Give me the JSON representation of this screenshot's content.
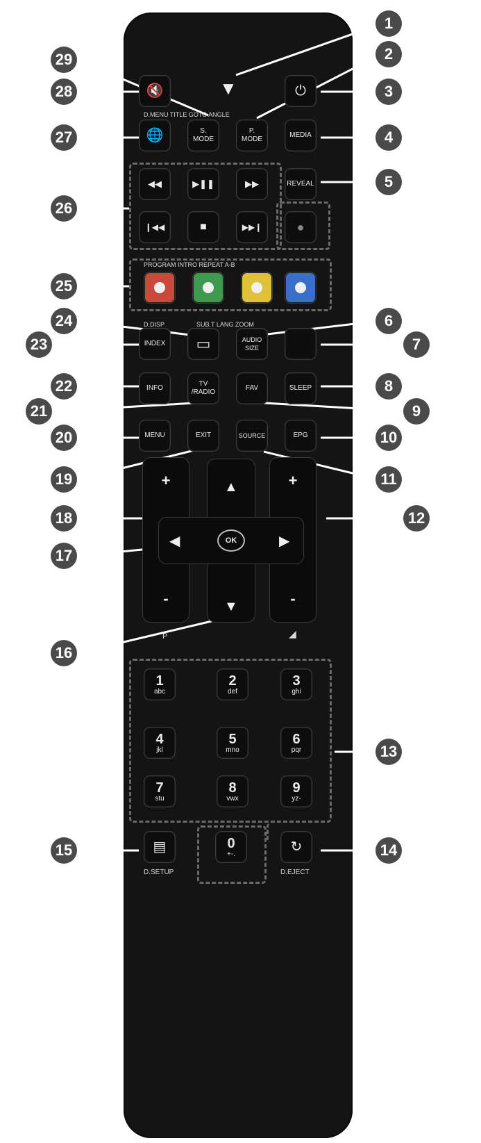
{
  "buttons": {
    "mute": "🔇",
    "power": "⏻",
    "lang": "🌐",
    "s_mode": "S.\nMODE",
    "p_mode": "P.\nMODE",
    "media": "MEDIA",
    "rew": "◀◀",
    "play_pause": "▶❚❚",
    "ffw": "▶▶",
    "reveal": "REVEAL",
    "prev": "❙◀◀",
    "stop": "■",
    "next": "▶▶❙",
    "record": "●",
    "index": "INDEX",
    "subtitle": "▭",
    "audio_size": "AUDIO SIZE",
    "blank": "",
    "info": "INFO",
    "tv_radio": "TV\n/RADIO",
    "fav": "FAV",
    "sleep": "SLEEP",
    "menu": "MENU",
    "exit": "EXIT",
    "source": "SOURCE",
    "epg": "EPG",
    "ok": "OK",
    "d_setup_btn": "▤",
    "d_eject_btn": "↻"
  },
  "labels": {
    "top_row": "D.MENU TITLE GOTO ANGLE",
    "color_row": "PROGRAM INTRO REPEAT A-B",
    "d_disp": "D.DISP",
    "subt_lang_zoom": "SUB.T LANG ZOOM",
    "p": "P",
    "vol": "◢",
    "d_setup": "D.SETUP",
    "d_eject": "D.EJECT"
  },
  "rockers": {
    "plus": "+",
    "minus": "-"
  },
  "arrows": {
    "up": "▲",
    "down": "▼",
    "left": "◀",
    "right": "▶",
    "top_arrow": "▼"
  },
  "numpad": [
    {
      "n": "1",
      "l": "abc"
    },
    {
      "n": "2",
      "l": "def"
    },
    {
      "n": "3",
      "l": "ghi"
    },
    {
      "n": "4",
      "l": "jkl"
    },
    {
      "n": "5",
      "l": "mno"
    },
    {
      "n": "6",
      "l": "pqr"
    },
    {
      "n": "7",
      "l": "stu"
    },
    {
      "n": "8",
      "l": "vwx"
    },
    {
      "n": "9",
      "l": "yz-"
    },
    {
      "n": "0",
      "l": "+-."
    }
  ],
  "callouts": [
    "1",
    "2",
    "3",
    "4",
    "5",
    "6",
    "7",
    "8",
    "9",
    "10",
    "11",
    "12",
    "13",
    "14",
    "15",
    "16",
    "17",
    "18",
    "19",
    "20",
    "21",
    "22",
    "23",
    "24",
    "25",
    "26",
    "27",
    "28",
    "29"
  ],
  "colors": {
    "remote": "#141414",
    "callout": "#4a4a4a",
    "red": "#c94a3a",
    "green": "#3e9a4e",
    "yellow": "#e0c23a",
    "blue": "#3a6fc9"
  },
  "color_buttons": [
    "red",
    "green",
    "yellow",
    "blue"
  ]
}
